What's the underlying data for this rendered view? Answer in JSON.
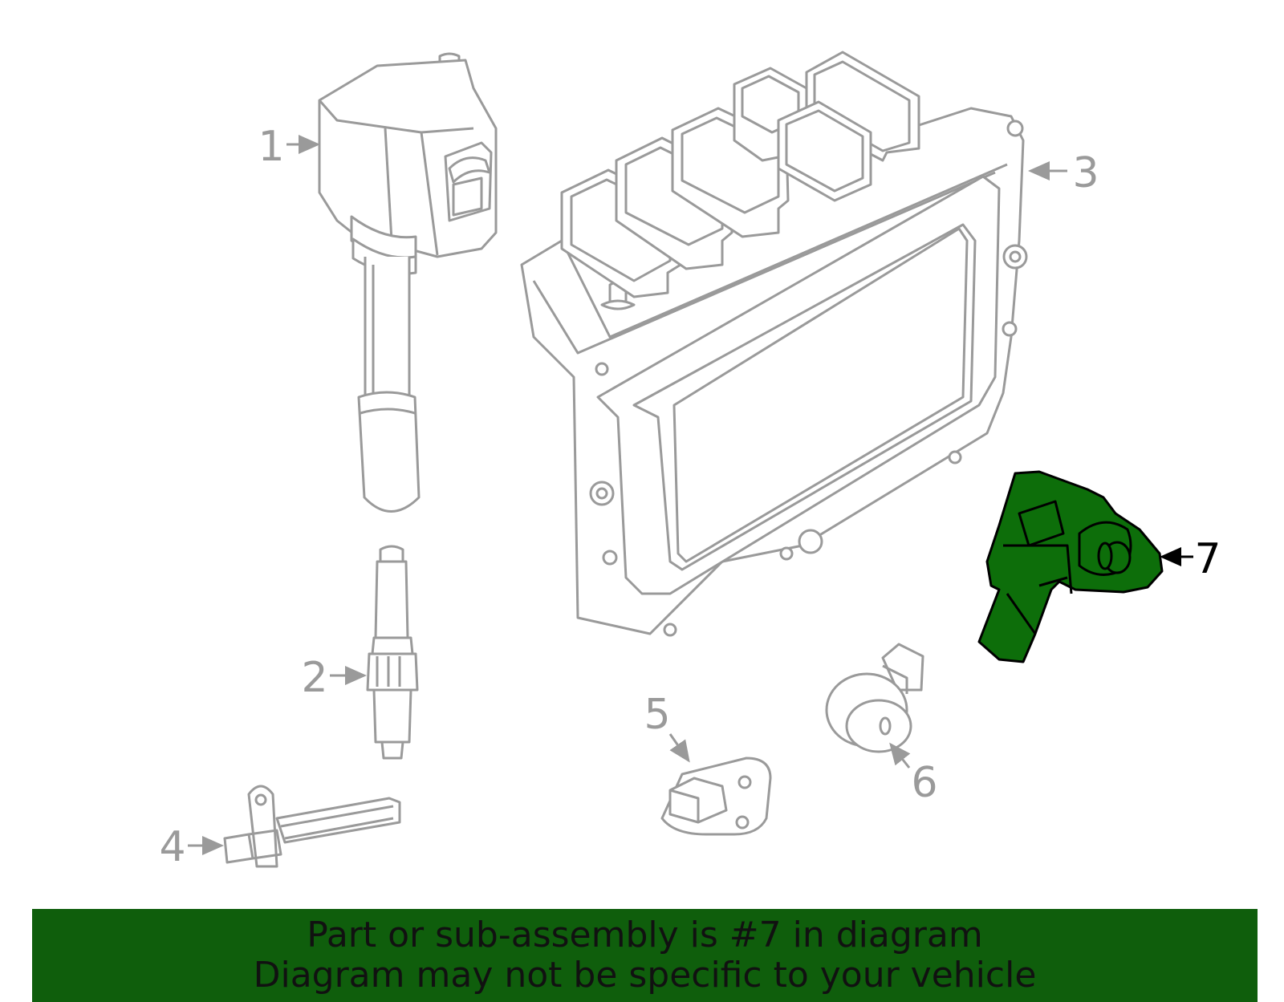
{
  "callouts": {
    "c1": "1",
    "c2": "2",
    "c3": "3",
    "c4": "4",
    "c5": "5",
    "c6": "6",
    "c7": "7"
  },
  "parts": {
    "part1": "ignition-coil",
    "part2": "spark-plug",
    "part3": "engine-control-module",
    "part4": "crankshaft-position-sensor",
    "part5": "camshaft-position-sensor",
    "part6": "knock-sensor",
    "part7": "map-sensor"
  },
  "highlight_part": "7",
  "colors": {
    "line": "#9a9a9a",
    "highlight_fill": "#0d6e0a",
    "highlight_stroke": "#000000",
    "banner_bg": "#0f5e0c",
    "banner_text": "#111111"
  },
  "banner": {
    "line1": "Part or sub-assembly is #7 in diagram",
    "line2": "Diagram may not be specific to your vehicle"
  }
}
